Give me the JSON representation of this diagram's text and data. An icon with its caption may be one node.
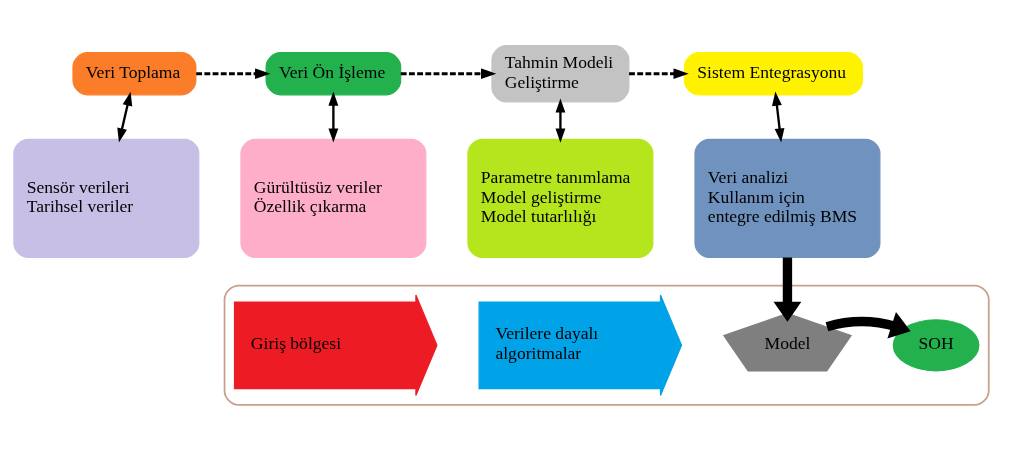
{
  "diagram": {
    "nodes": [
      {
        "text": [
          "Veri Toplama"
        ]
      },
      {
        "text": [
          "Veri Ön İşleme"
        ]
      },
      {
        "text": [
          "Tahmin Modeli Geliştirme"
        ]
      },
      {
        "text": [
          "Sistem Entegrasyonu"
        ]
      },
      {
        "text": [
          "Sensör verileri Tarihsel veriler"
        ]
      },
      {
        "text": [
          "Gürültüsüz veriler Özellik çıkarma"
        ]
      },
      {
        "text": [
          "Parametre tanımlama Model geliştirme Model tutarlılığı"
        ]
      },
      {
        "text": [
          "Veri analizi Kullanım için entegre edilmiş BMS"
        ]
      },
      {
        "text": [],
        "shape": "box"
      },
      {
        "text": [
          "Giriş bölgesi"
        ],
        "in": 8
      },
      {
        "text": [
          "Verilere dayalı algoritmalar"
        ],
        "in": 8
      },
      {
        "text": [
          "Model"
        ],
        "in": 8
      },
      {
        "text": [
          "SOH"
        ],
        "in": 8
      }
    ],
    "edges": [
      {
        "from": 0,
        "to": 1,
        "arrow": "to",
        "style": "dashed"
      },
      {
        "from": 1,
        "to": 2,
        "arrow": "to",
        "style": "dashed"
      },
      {
        "from": 2,
        "to": 3,
        "arrow": "to",
        "style": "dashed"
      },
      {
        "from": 0,
        "to": 4,
        "arrow": "both"
      },
      {
        "from": 1,
        "to": 5,
        "arrow": "both"
      },
      {
        "from": 2,
        "to": 6,
        "arrow": "both"
      },
      {
        "from": 3,
        "to": 7,
        "arrow": "both"
      },
      {
        "from": 7,
        "to": 11,
        "arrow": "to",
        "style": "thick"
      },
      {
        "from": 11,
        "to": 12,
        "arrow": "to",
        "style": "thick"
      }
    ]
  }
}
